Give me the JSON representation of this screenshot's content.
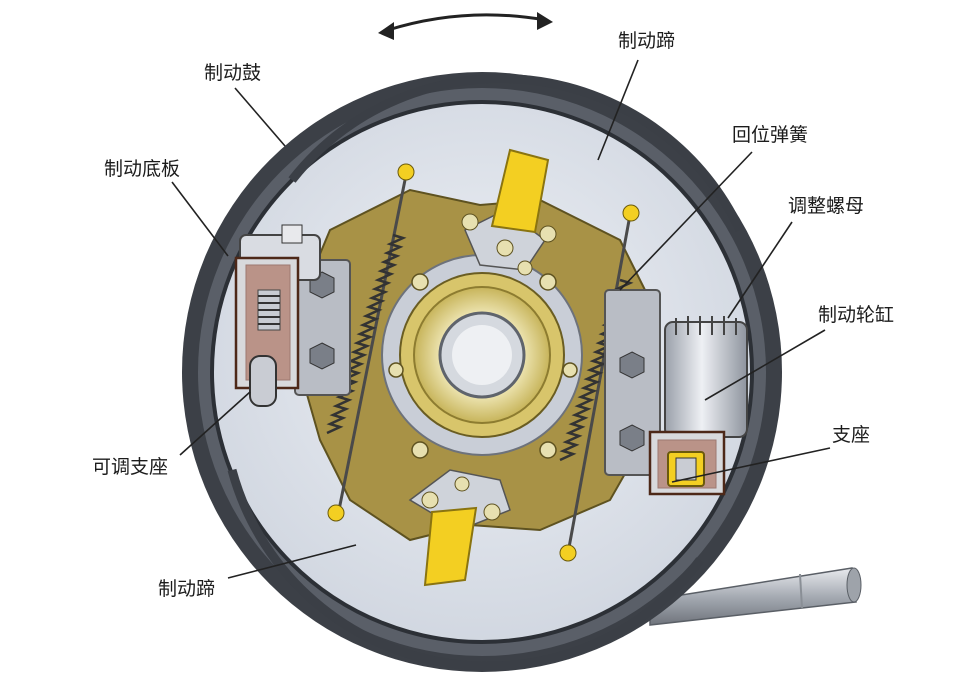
{
  "diagram": {
    "labels": {
      "brake_drum": "制动鼓",
      "brake_backing_plate": "制动底板",
      "brake_shoe_top": "制动蹄",
      "return_spring": "回位弹簧",
      "adjusting_nut": "调整螺母",
      "wheel_cylinder": "制动轮缸",
      "support_right": "支座",
      "adjustable_support": "可调支座",
      "brake_shoe_bottom": "制动蹄"
    },
    "colors": {
      "drum": "#3c4047",
      "drum_face": "#dfe4ec",
      "backing_plate": "#a89246",
      "shoe_lining_yellow": "#f3cf22",
      "hub": "#e9dc98",
      "cylinder": "#c9ccd3"
    }
  }
}
